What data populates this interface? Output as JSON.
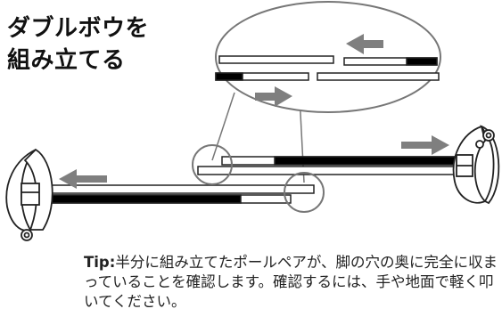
{
  "title": {
    "line1": "ダブルボウを",
    "line2": "組み立てる"
  },
  "tip": {
    "label": "Tip:",
    "text": "半分に組み立てたポールペアが、脚の穴の奥に完全に収まっていることを確認します。確認するには、手や地面で軽く叩いてください。"
  },
  "colors": {
    "arrow": "#7f7f7f",
    "outline": "#222222",
    "pole_fill": "#000000",
    "background": "#ffffff"
  },
  "icons": [
    "arrow-left-icon",
    "arrow-right-icon",
    "zoom-circle",
    "bow-leg-left",
    "bow-leg-right"
  ]
}
